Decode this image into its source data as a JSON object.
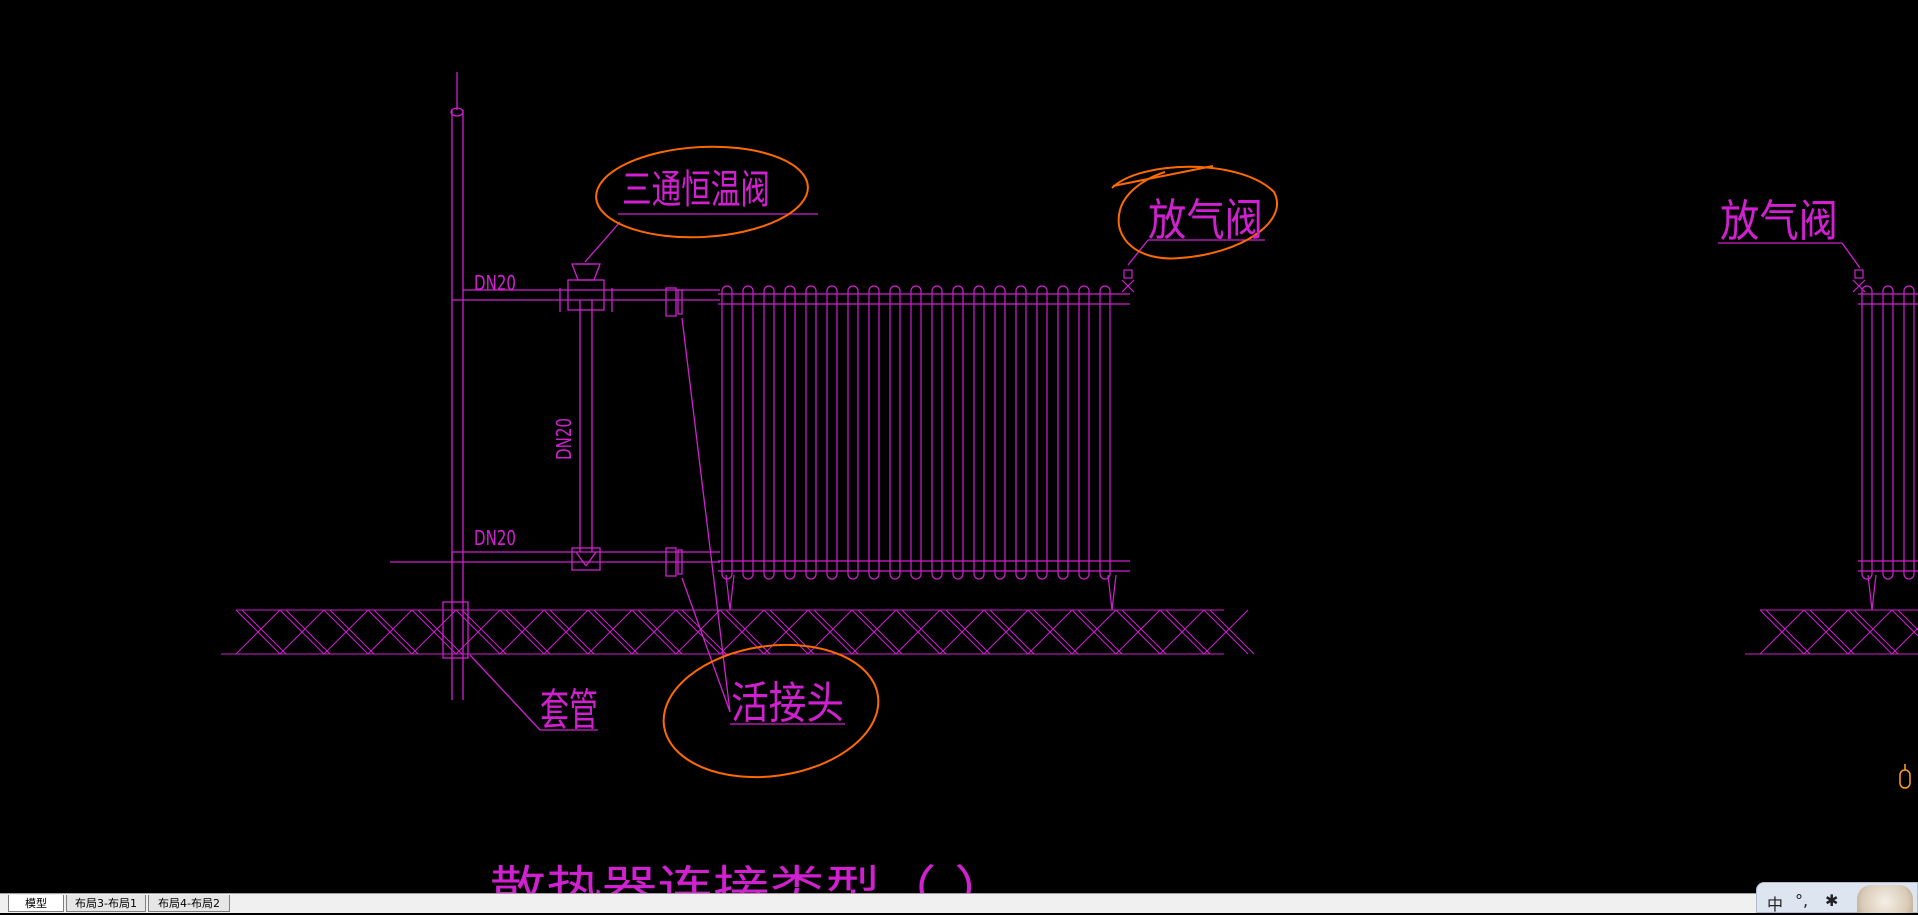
{
  "drawing": {
    "labels": {
      "thermostatic_valve": "三通恒温阀",
      "air_valve_left": "放气阀",
      "air_valve_right": "放气阀",
      "union": "活接头",
      "sleeve": "套管",
      "dn_top": "DN20",
      "dn_bottom": "DN20",
      "dn_vertical": "DN20",
      "bottom_title": "散热器连接类型（ ）"
    },
    "colors": {
      "background": "#000000",
      "line": "#d020d0",
      "annotation": "#ff6a00"
    }
  },
  "tabs": [
    {
      "label": "模型",
      "active": true
    },
    {
      "label": "布局3-布局1",
      "active": false
    },
    {
      "label": "布局4-布局2",
      "active": false
    }
  ],
  "ime": {
    "mode": "中",
    "punct": "°,",
    "settings_icon": "gear-icon"
  }
}
